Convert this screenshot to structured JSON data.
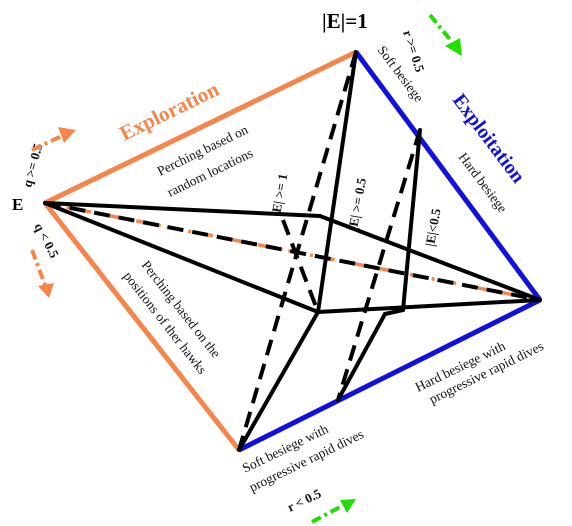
{
  "labels": {
    "top_vertex": "|E|=1",
    "left_vertex": "E",
    "exploration": "Exploration",
    "exploitation": "Exploitation",
    "perching_random_1": "Perching based on",
    "perching_random_2": "random locations",
    "perching_hawks_1": "Perching based on the",
    "perching_hawks_2": "positions of ther hawks",
    "soft_besiege": "Soft besiege",
    "hard_besiege": "Hard besiege",
    "e_ge_1": "|E| >= 1",
    "e_ge_05": "|E| >= 0.5",
    "e_lt_05": "|E|<0.5",
    "hard_dives_1": "Hard besiege with",
    "hard_dives_2": "progressive rapid dives",
    "soft_dives_1": "Soft besiege with",
    "soft_dives_2": "progressive rapid dives",
    "q_ge": "q >= 0.5",
    "q_lt": "q < 0.5",
    "r_ge": "r >= 0.5",
    "r_lt": "r < 0.5"
  },
  "colors": {
    "exploration": "#f5854a",
    "exploitation": "#1010e0",
    "arrow_orange": "#f5854a",
    "arrow_green": "#22dd00",
    "lines": "#000000"
  }
}
